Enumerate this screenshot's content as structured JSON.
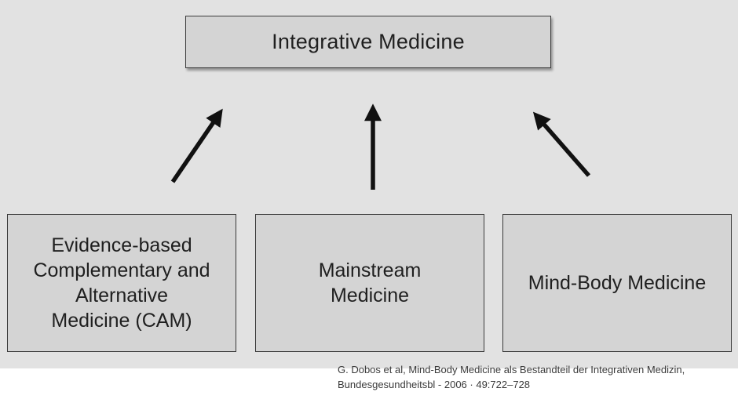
{
  "diagram": {
    "top": {
      "label": "Integrative Medicine"
    },
    "sources": [
      {
        "label": "Evidence-based\nComplementary and\nAlternative\nMedicine (CAM)"
      },
      {
        "label": "Mainstream\nMedicine"
      },
      {
        "label": "Mind-Body Medicine"
      }
    ],
    "colors": {
      "background": "#e2e2e2",
      "box_fill": "#d4d4d4",
      "border": "#3a3a3a",
      "arrow": "#111111"
    }
  },
  "citation": {
    "line1": "G. Dobos et al, Mind-Body Medicine als Bestandteil der Integrativen Medizin,",
    "line2": "Bundesgesundheitsbl - 2006 · 49:722–728"
  }
}
